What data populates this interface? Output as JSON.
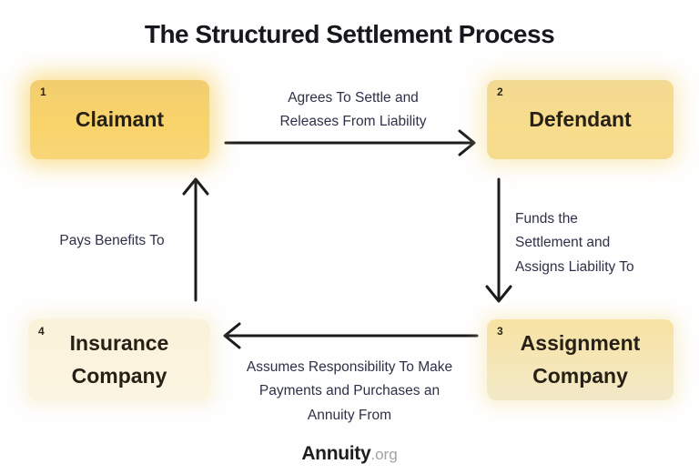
{
  "title": "The Structured Settlement Process",
  "nodes": [
    {
      "number": "1",
      "label": "Claimant"
    },
    {
      "number": "2",
      "label": "Defendant"
    },
    {
      "number": "3",
      "label": "Assignment Company"
    },
    {
      "number": "4",
      "label": "Insurance Company"
    }
  ],
  "edges": {
    "top": {
      "lines": [
        "Agrees To Settle and",
        "Releases From Liability"
      ]
    },
    "right": {
      "lines": [
        "Funds the",
        "Settlement and",
        "Assigns Liability To"
      ]
    },
    "left": {
      "lines": [
        "Pays Benefits To"
      ]
    },
    "bottom": {
      "lines": [
        "Assumes Responsibility To Make",
        "Payments and Purchases an",
        "Annuity From"
      ]
    }
  },
  "footer": {
    "brand": "Annuity",
    "suffix": ".org"
  },
  "colors": {
    "claimant_box": "#f9d46a",
    "defendant_box": "#f8dd8d",
    "assignment_box": "#f6e4ab",
    "insurance_box": "#fbf3df",
    "arrow": "#1b1b1b",
    "title_text": "#17181e",
    "label_text": "#2e3147"
  }
}
